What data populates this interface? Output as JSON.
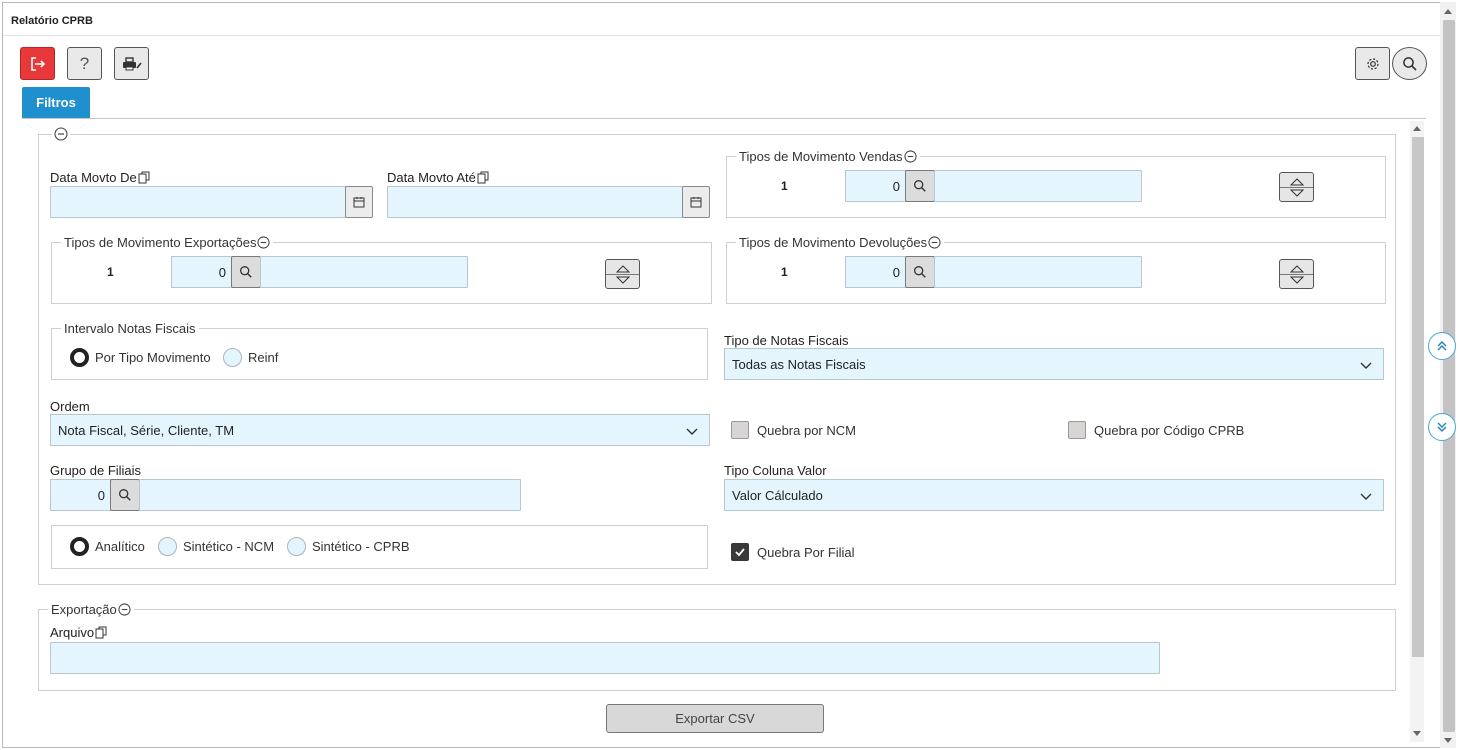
{
  "window": {
    "title": "Relatório CPRB"
  },
  "toolbar": {
    "exit_icon": "exit-icon",
    "help_label": "?",
    "print_icon": "print-icon",
    "settings_icon": "gear-icon",
    "search_icon": "search-icon"
  },
  "tabs": [
    {
      "label": "Filtros"
    }
  ],
  "filters": {
    "data_de_label": "Data Movto De",
    "data_ate_label": "Data Movto Até",
    "tm_vendas": {
      "legend": "Tipos de Movimento Vendas",
      "index": "1",
      "value": "0"
    },
    "tm_exportacoes": {
      "legend": "Tipos de Movimento Exportações",
      "index": "1",
      "value": "0"
    },
    "tm_devolucoes": {
      "legend": "Tipos de Movimento Devoluções",
      "index": "1",
      "value": "0"
    },
    "intervalo": {
      "legend": "Intervalo Notas Fiscais",
      "options": [
        "Por Tipo Movimento",
        "Reinf"
      ],
      "selected": "Por Tipo Movimento"
    },
    "tipo_notas": {
      "label": "Tipo de Notas Fiscais",
      "value": "Todas as Notas Fiscais"
    },
    "ordem": {
      "label": "Ordem",
      "value": "Nota Fiscal, Série, Cliente, TM"
    },
    "quebra_ncm": {
      "label": "Quebra por NCM",
      "checked": false
    },
    "quebra_cprb": {
      "label": "Quebra por Código CPRB",
      "checked": false
    },
    "grupo_filiais": {
      "label": "Grupo de Filiais",
      "value": "0"
    },
    "tipo_coluna": {
      "label": "Tipo Coluna Valor",
      "value": "Valor Cálculado"
    },
    "tipo_relatorio": {
      "options": [
        "Analítico",
        "Sintético - NCM",
        "Sintético - CPRB"
      ],
      "selected": "Analítico"
    },
    "quebra_filial": {
      "label": "Quebra Por Filial",
      "checked": true
    }
  },
  "exportacao": {
    "legend": "Exportação",
    "arquivo_label": "Arquivo",
    "arquivo_value": "",
    "button_label": "Exportar CSV"
  }
}
